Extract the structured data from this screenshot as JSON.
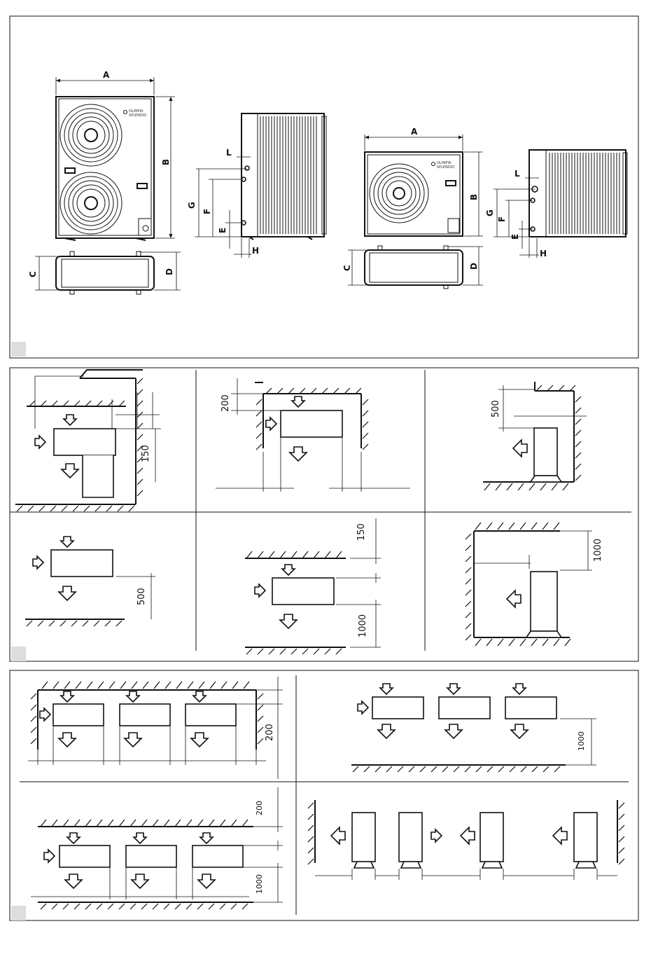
{
  "panel1": {
    "labels": {
      "a": "A",
      "b": "B",
      "c": "C",
      "d": "D",
      "e": "E",
      "f": "F",
      "g": "G",
      "h": "H",
      "l": "L"
    },
    "brand_line1": "OLIMPIA",
    "brand_line2": "SPLENDID"
  },
  "panel2": {
    "dims": {
      "d150": "150",
      "d200": "200",
      "d500": "500",
      "d1000": "1000"
    }
  },
  "panel3": {
    "dims": {
      "d200": "200",
      "d1000": "1000"
    }
  }
}
